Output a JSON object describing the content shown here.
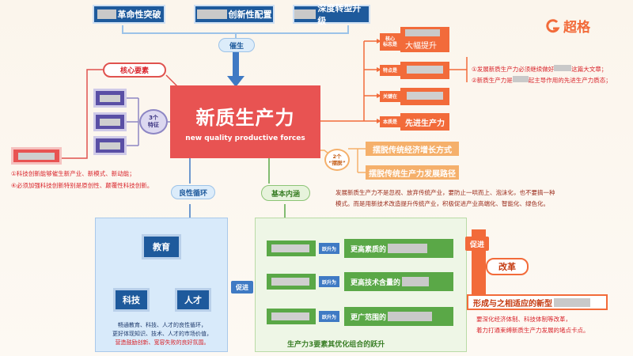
{
  "brand": {
    "name": "超格",
    "accent": "#f26b3a"
  },
  "top_boxes": [
    {
      "suffix": "革命性突破"
    },
    {
      "suffix": "创新性配置"
    },
    {
      "suffix": "深度转型升级"
    }
  ],
  "cuisheng": "催生",
  "core": {
    "title": "新质生产力",
    "subtitle": "new quality productive forces"
  },
  "core_elements": "核心要素",
  "features": {
    "label": "3个\n特征"
  },
  "left_notes": [
    "①科技创新能够催生新产业、新模式、新动能；",
    "④必须加强科技创新特别是原创性、颠覆性科技创新。"
  ],
  "right_tags": [
    {
      "tag": "核心\n标志是",
      "text": "大幅提升"
    },
    {
      "tag": "特点是",
      "text": ""
    },
    {
      "tag": "关键在",
      "text": ""
    },
    {
      "tag": "本质是",
      "text": "先进生产力"
    }
  ],
  "right_notes": [
    {
      "pre": "①发展新质生产力必须继续做好",
      "post": "这篇大文章；"
    },
    {
      "pre": "②新质生产力是",
      "post": "起主导作用的先进生产力质态；"
    }
  ],
  "break_away": {
    "label": "2个\n“摆脱”",
    "items": [
      "摆脱传统经济增长方式",
      "摆脱传统生产力发展路径"
    ]
  },
  "develop_note": [
    "发展新质生产力不是忽视、放弃传统产业，要防止一哄而上、泡沫化，也不要搞一种",
    "模式。而是用新技术改造提升传统产业，积极促进产业高端化、智能化、绿色化。"
  ],
  "cycle": {
    "title": "良性循环",
    "nodes": {
      "edu": "教育",
      "sci": "科技",
      "talent": "人才"
    },
    "promote": "促进",
    "notes": [
      "畅通教育、科技、人才的良性循环，",
      "更好体现知识、技术、人才的市场价值，",
      "营造鼓励创新、宽容失败的良好氛围。"
    ]
  },
  "basic": {
    "title": "基本内涵",
    "leap_tag": "跃升为",
    "rows": [
      "更高素质的",
      "更高技术含量的",
      "更广范围的"
    ],
    "footer": "生产力3要素其优化组合的跃升"
  },
  "reform": {
    "title": "改革",
    "promote": "促进",
    "form": "形成与之相适应的新型",
    "notes": [
      "要深化经济体制、科技体制等改革，",
      "着力打通束缚新质生产力发展的堵点卡点。"
    ]
  }
}
